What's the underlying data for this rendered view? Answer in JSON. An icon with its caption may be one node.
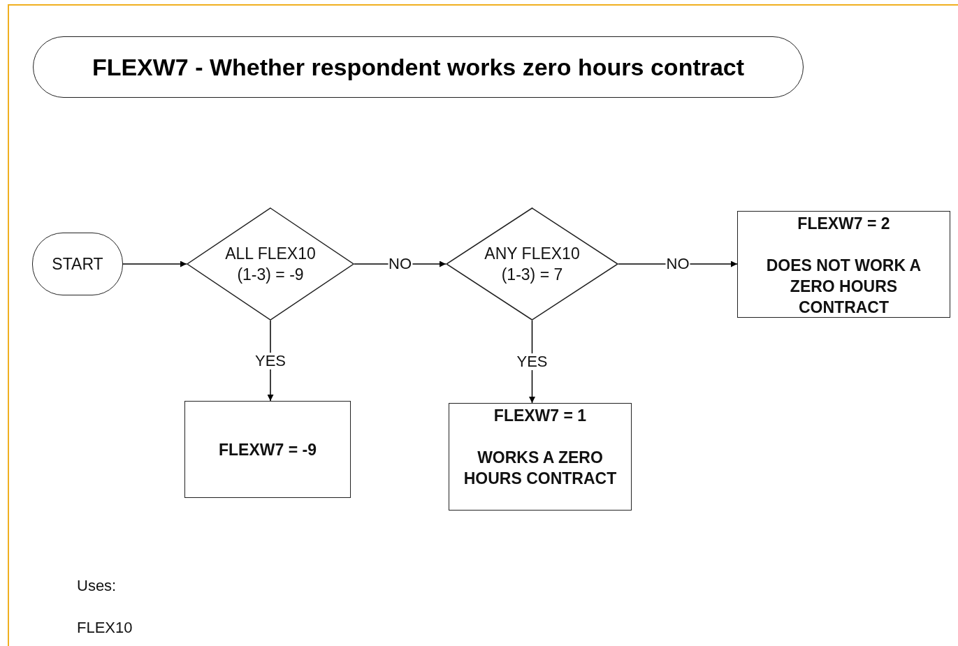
{
  "diagram": {
    "title": "FLEXW7 - Whether respondent works zero hours contract",
    "nodes": [
      {
        "text": [
          "START"
        ]
      },
      {
        "text": [
          "ALL FLEX10 (1-3) = -9"
        ]
      },
      {
        "text": [
          "ANY FLEX10 (1-3) = 7"
        ]
      },
      {
        "text": [
          "FLEXW7 = 2",
          "DOES NOT WORK A ZERO HOURS CONTRACT"
        ]
      },
      {
        "text": [
          "FLEXW7 = -9"
        ]
      },
      {
        "text": [
          "FLEXW7 = 1",
          "WORKS A ZERO HOURS CONTRACT"
        ]
      }
    ],
    "edges": [
      {
        "from": 0,
        "to": 1,
        "arrow": "to"
      },
      {
        "from": 1,
        "to": 2,
        "arrow": "to",
        "label": "NO"
      },
      {
        "from": 2,
        "to": 3,
        "arrow": "to",
        "label": "NO"
      },
      {
        "from": 1,
        "to": 4,
        "arrow": "to",
        "label": "YES"
      },
      {
        "from": 2,
        "to": 5,
        "arrow": "to",
        "label": "YES"
      }
    ],
    "labels": [
      "Uses:",
      "FLEX10"
    ]
  }
}
